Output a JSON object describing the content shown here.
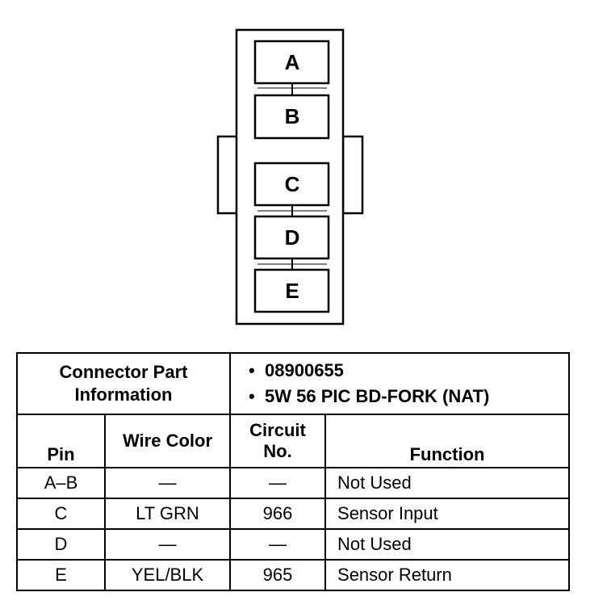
{
  "connector": {
    "pins": [
      "A",
      "B",
      "C",
      "D",
      "E"
    ]
  },
  "part_info": {
    "title_line1": "Connector Part",
    "title_line2": "Information",
    "items": [
      "08900655",
      "5W 56 PIC BD-FORK (NAT)"
    ]
  },
  "columns": {
    "pin": "Pin",
    "wire_color": "Wire Color",
    "circuit_line1": "Circuit",
    "circuit_line2": "No.",
    "function": "Function"
  },
  "rows": [
    {
      "pin": "A–B",
      "wire": "—",
      "circuit": "—",
      "function": "Not Used"
    },
    {
      "pin": "C",
      "wire": "LT GRN",
      "circuit": "966",
      "function": "Sensor Input"
    },
    {
      "pin": "D",
      "wire": "—",
      "circuit": "—",
      "function": "Not Used"
    },
    {
      "pin": "E",
      "wire": "YEL/BLK",
      "circuit": "965",
      "function": "Sensor Return"
    }
  ]
}
